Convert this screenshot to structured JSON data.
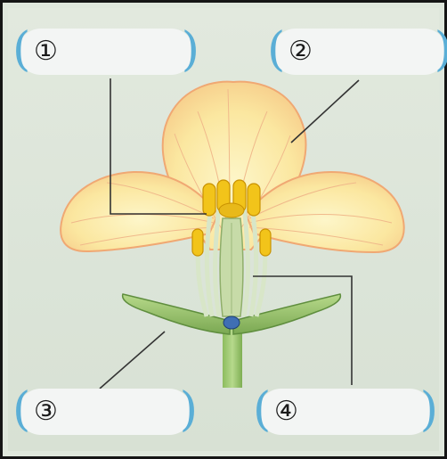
{
  "labels": {
    "label_1": "①",
    "label_2": "②",
    "label_3": "③",
    "label_4": "④"
  },
  "icons": [
    "flower-diagram-icon"
  ],
  "colors": {
    "background": "#dde6da",
    "petal_fill": "#fbe9a6",
    "petal_edge": "#f0a873",
    "sepal": "#9cc46a",
    "stamen": "#f2c41a",
    "pistil": "#c7dba8",
    "ovary": "#3f6fb4",
    "bracket": "#5aaed6",
    "leader_line": "#333333"
  }
}
